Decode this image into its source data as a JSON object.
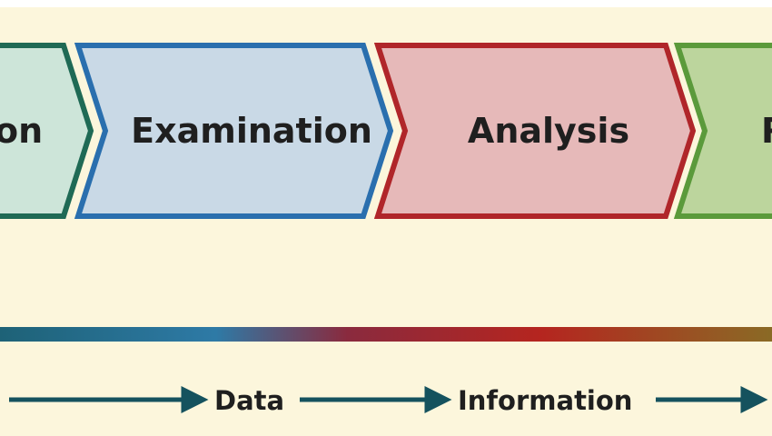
{
  "stages": [
    {
      "label": "on",
      "fill": "#cde5d9",
      "stroke": "#1f6a55"
    },
    {
      "label": "Examination",
      "fill": "#c9d9e6",
      "stroke": "#2a6fae"
    },
    {
      "label": "Analysis",
      "fill": "#e6b9b9",
      "stroke": "#b0262a"
    },
    {
      "label": "R",
      "fill": "#bcd59d",
      "stroke": "#5b9a3b"
    }
  ],
  "flow": {
    "labels": [
      "Data",
      "Information"
    ],
    "arrow_color": "#15525e"
  },
  "gradient_colors": [
    "#1e6277",
    "#2e7aa6",
    "#8a2a3e",
    "#b5251f",
    "#8a6a25"
  ]
}
